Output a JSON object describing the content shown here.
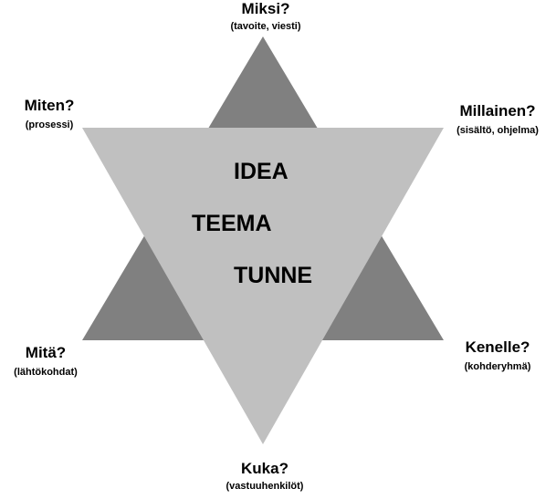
{
  "colors": {
    "front_triangle": "#c0c0c0",
    "back_triangle": "#808080",
    "background": "#ffffff",
    "text": "#000000"
  },
  "center_words": [
    "IDEA",
    "TEEMA",
    "TUNNE"
  ],
  "points": [
    {
      "id": "top",
      "question": "Miksi?",
      "detail": "(tavoite, viesti)"
    },
    {
      "id": "upper-right",
      "question": "Millainen?",
      "detail": "(sisältö, ohjelma)"
    },
    {
      "id": "lower-right",
      "question": "Kenelle?",
      "detail": "(kohderyhmä)"
    },
    {
      "id": "bottom",
      "question": "Kuka?",
      "detail": "(vastuuhenkilöt)"
    },
    {
      "id": "lower-left",
      "question": "Mitä?",
      "detail": "(lähtökohdat)"
    },
    {
      "id": "upper-left",
      "question": "Miten?",
      "detail": "(prosessi)"
    }
  ]
}
